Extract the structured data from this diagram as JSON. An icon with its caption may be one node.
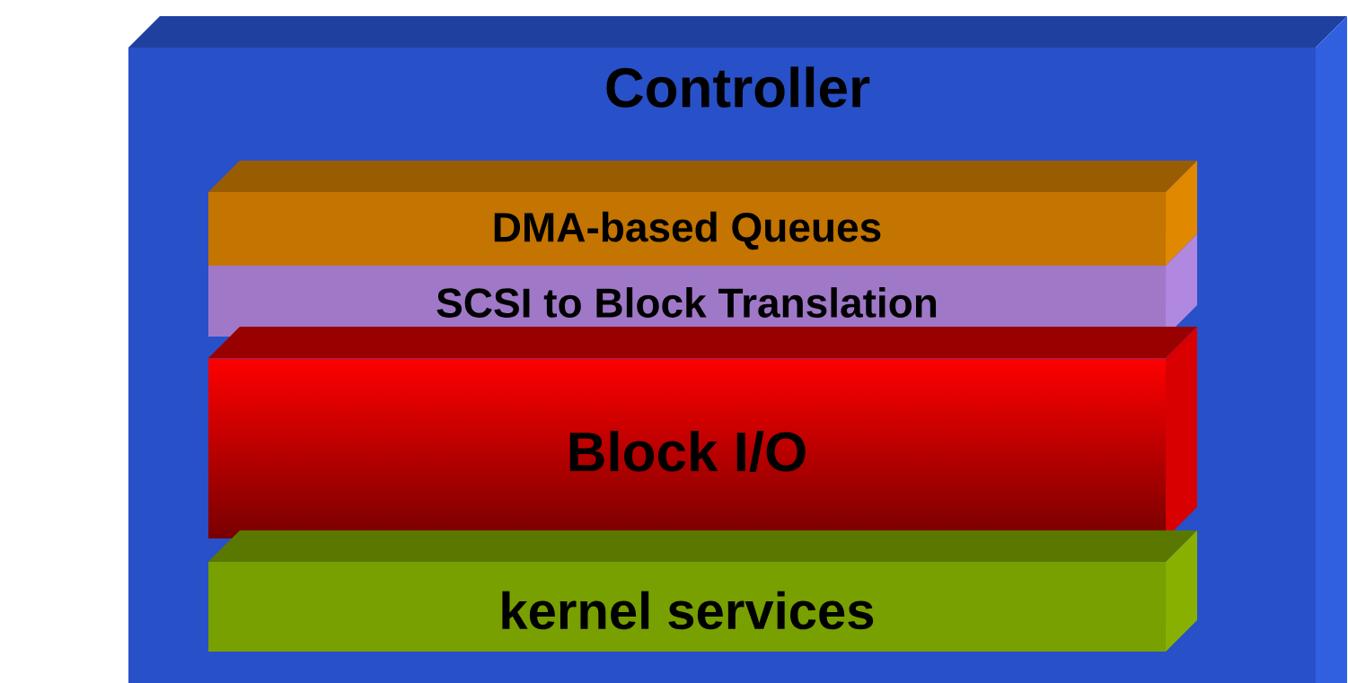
{
  "diagram": {
    "nodes": [
      {
        "text": [
          "Controller"
        ]
      },
      {
        "text": [
          "DMA-based Queues"
        ],
        "in": 0
      },
      {
        "text": [
          "SCSI to Block Translation"
        ],
        "in": 0
      },
      {
        "text": [
          "Block I/O"
        ],
        "in": 0
      },
      {
        "text": [
          "kernel services"
        ],
        "in": 0
      }
    ]
  }
}
